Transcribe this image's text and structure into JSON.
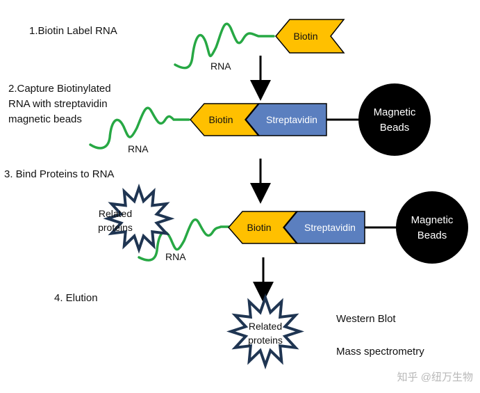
{
  "steps": {
    "s1": "1.Biotin Label RNA",
    "s2": "2.Capture Biotinylated\nRNA with streptavidin\nmagnetic beads",
    "s3": "3. Bind Proteins to RNA",
    "s4": "4. Elution"
  },
  "labels": {
    "biotin": "Biotin",
    "streptavidin": "Streptavidin",
    "rna": "RNA",
    "beads_line1": "Magnetic",
    "beads_line2": "Beads",
    "proteins_line1": "Related",
    "proteins_line2": "proteins"
  },
  "methods": {
    "western": "Western Blot",
    "mass_spec": "Mass spectrometry"
  },
  "watermark": "知乎 @纽万生物",
  "colors": {
    "biotin_fill": "#FFC000",
    "streptavidin_fill": "#5B7FBF",
    "rna_stroke": "#27A844",
    "beads_fill": "#000000",
    "star_stroke": "#1F3552",
    "arrow": "#000000"
  }
}
